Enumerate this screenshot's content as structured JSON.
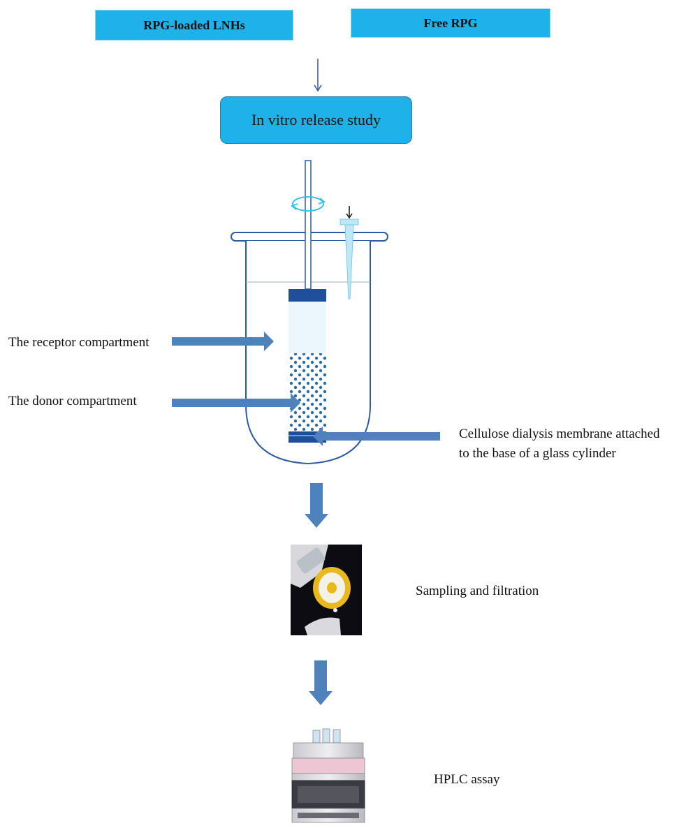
{
  "inputs": {
    "loaded": "RPG-loaded LNHs",
    "free": "Free RPG"
  },
  "step": "In vitro release study",
  "labels": {
    "receptor": "The receptor compartment",
    "donor": "The donor compartment",
    "membrane_line1": "Cellulose dialysis membrane attached",
    "membrane_line2": "to the base of a glass cylinder",
    "sampling": "Sampling and filtration",
    "hplc": "HPLC assay"
  },
  "colors": {
    "box_fill": "#1fb2ea",
    "arrow_fill": "#4f81bd",
    "cylinder_dark": "#1f4e9a",
    "vessel_line": "#2f5aa0"
  }
}
